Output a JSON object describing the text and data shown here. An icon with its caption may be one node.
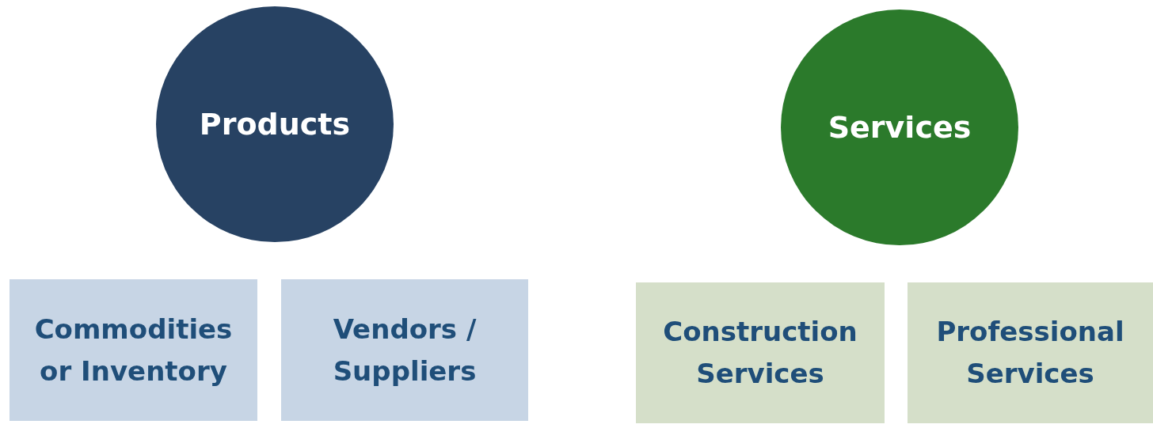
{
  "diagram": {
    "nodes": [
      {
        "text": [
          "Products"
        ]
      },
      {
        "text": [
          "Services"
        ]
      },
      {
        "text": [
          "Commodities or Inventory"
        ]
      },
      {
        "text": [
          "Vendors / Suppliers"
        ]
      },
      {
        "text": [
          "Construction Services"
        ]
      },
      {
        "text": [
          "Professional Services"
        ]
      }
    ]
  }
}
